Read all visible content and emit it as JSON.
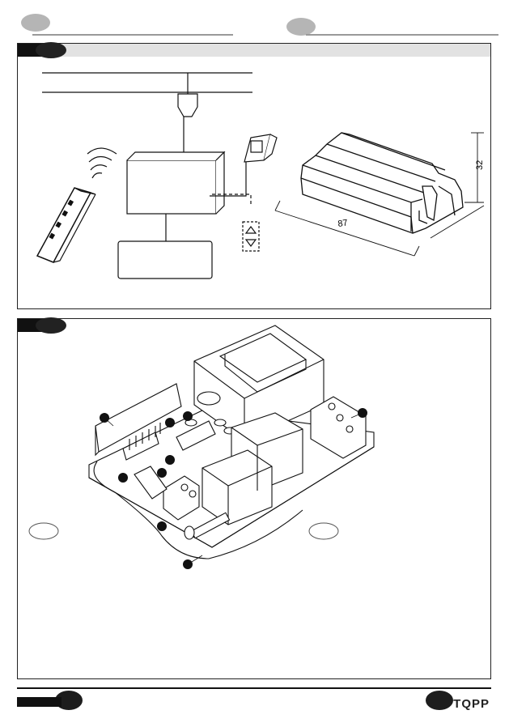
{
  "figure1": {
    "dimension_length": "87",
    "dimension_height": "32"
  },
  "footer": {
    "brand": "TQPP"
  }
}
